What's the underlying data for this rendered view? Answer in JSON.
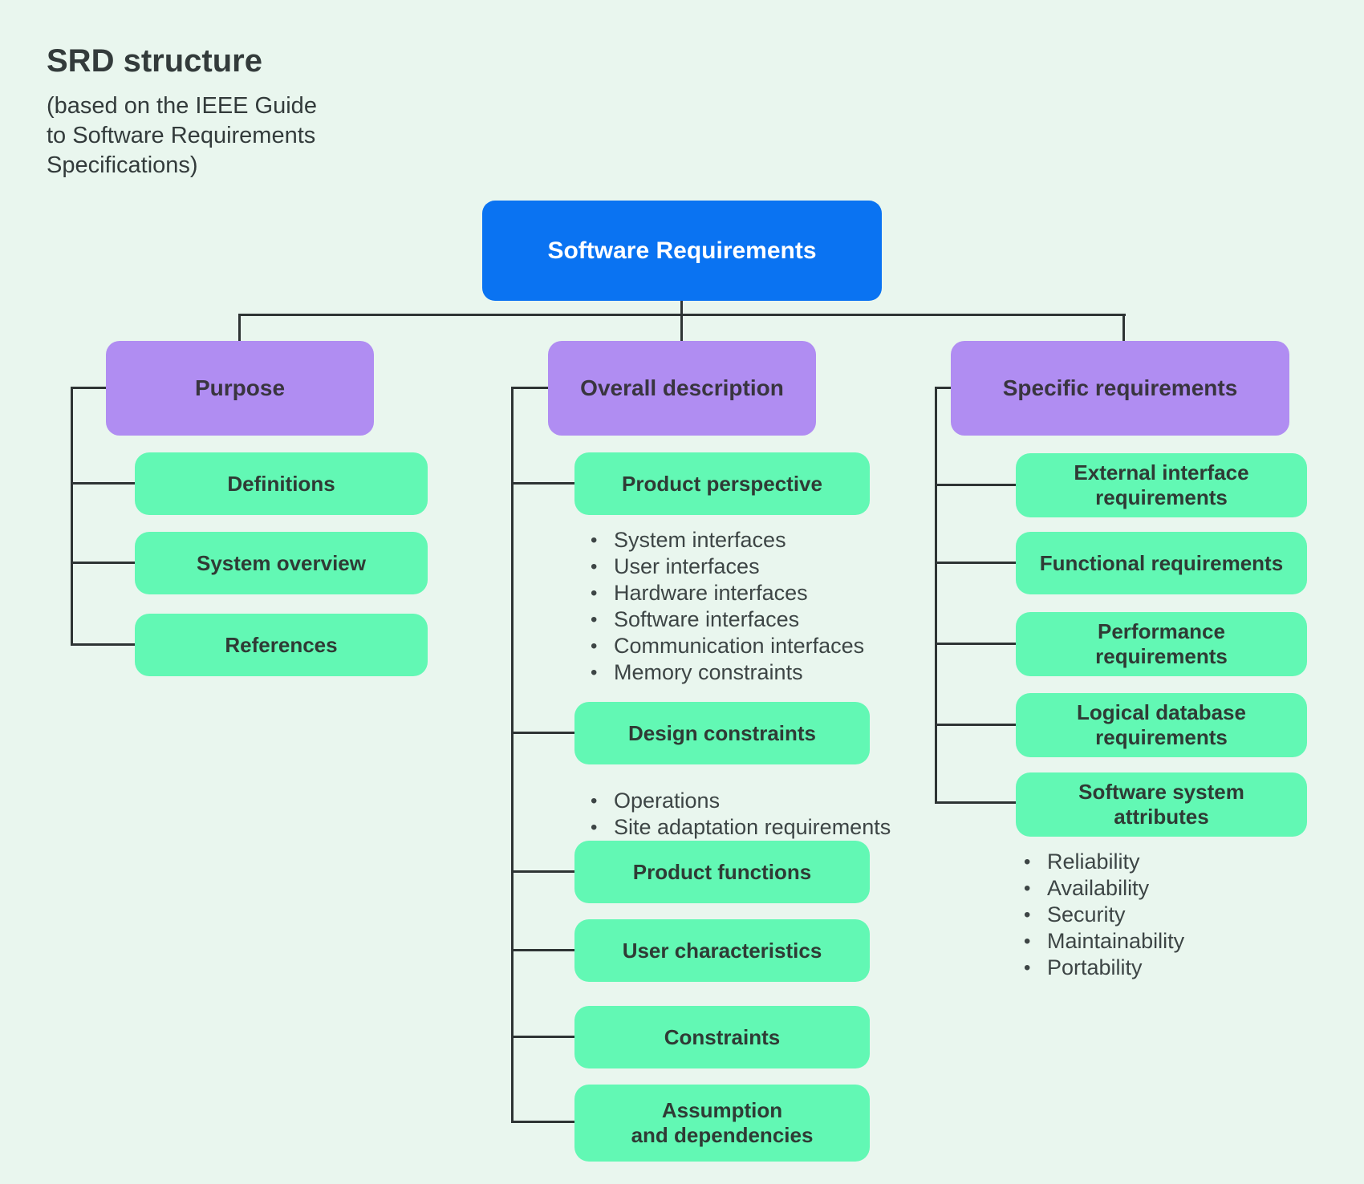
{
  "page": {
    "title": "SRD structure",
    "subtitle_lines": [
      "(based on the IEEE Guide",
      "to Software Requirements",
      "Specifications)"
    ]
  },
  "root": {
    "label": "Software Requirements"
  },
  "columns": [
    {
      "header": "Purpose",
      "items": [
        {
          "type": "box",
          "label": "Definitions"
        },
        {
          "type": "box",
          "label": "System overview"
        },
        {
          "type": "box",
          "label": "References"
        }
      ]
    },
    {
      "header": "Overall description",
      "items": [
        {
          "type": "box",
          "label": "Product perspective"
        },
        {
          "type": "bullets",
          "items": [
            "System interfaces",
            "User interfaces",
            "Hardware interfaces",
            "Software interfaces",
            "Communication interfaces",
            "Memory constraints"
          ]
        },
        {
          "type": "box",
          "label": "Design constraints"
        },
        {
          "type": "bullets",
          "items": [
            "Operations",
            "Site adaptation requirements"
          ]
        },
        {
          "type": "box",
          "label": "Product functions"
        },
        {
          "type": "box",
          "label": "User characteristics"
        },
        {
          "type": "box",
          "label": "Constraints"
        },
        {
          "type": "box",
          "label": "Assumption\nand dependencies"
        }
      ]
    },
    {
      "header": "Specific requirements",
      "items": [
        {
          "type": "box",
          "label": "External interface\nrequirements"
        },
        {
          "type": "box",
          "label": "Functional requirements"
        },
        {
          "type": "box",
          "label": "Performance\nrequirements"
        },
        {
          "type": "box",
          "label": "Logical database\nrequirements"
        },
        {
          "type": "box",
          "label": "Software system\nattributes"
        },
        {
          "type": "bullets",
          "items": [
            "Reliability",
            "Availability",
            "Security",
            "Maintainability",
            "Portability"
          ]
        }
      ]
    }
  ],
  "colors": {
    "background": "#e9f6ee",
    "root_box": "#0a73f2",
    "header_box": "#b08df2",
    "leaf_box": "#62f8b4",
    "connector": "#2e3434",
    "text_dark": "#353d3d",
    "root_text": "#ffffff"
  }
}
